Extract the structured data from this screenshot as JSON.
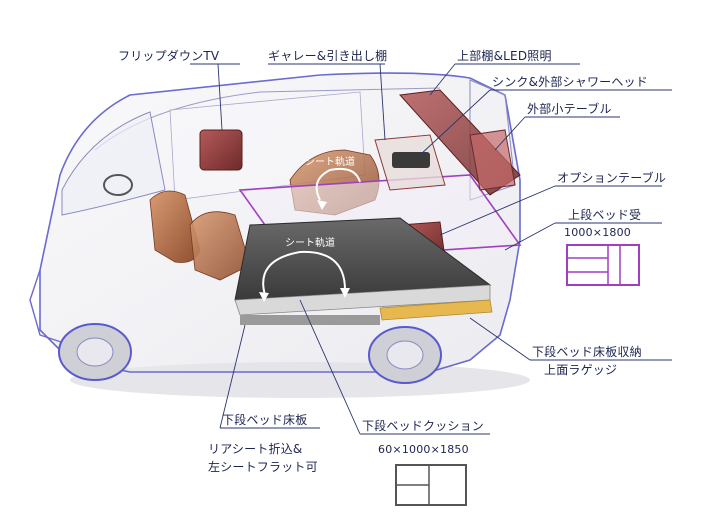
{
  "labels": {
    "flip_tv": "フリップダウンTV",
    "galley": "ギャレー&引き出し棚",
    "upper_shelf": "上部棚&LED照明",
    "sink": "シンク&外部シャワーヘッド",
    "ext_table": "外部小テーブル",
    "opt_table": "オプションテーブル",
    "upper_bed": "上段ベッド受",
    "upper_bed_size": "1000×1800",
    "lower_storage_1": "下段ベッド床板収納",
    "lower_storage_2": "上面ラゲッジ",
    "lower_floor": "下段ベッド床板",
    "rear_seat_1": "リアシート折込&",
    "rear_seat_2": "左シートフラット可",
    "cushion": "下段ベッドクッション",
    "cushion_size": "60×1000×1850"
  },
  "rail_labels": {
    "upper": "シート軌道",
    "lower": "シート軌道"
  },
  "colors": {
    "label_text": "#1c2450",
    "leader_line": "#2a3570",
    "van_outline": "#6a6ad0",
    "upper_bed_icon": "#a040c0",
    "cushion_icon": "#555555",
    "furniture": "#8a3a3a",
    "seat": "#b0704e",
    "bed_top": "#4a4a4a",
    "board_edge": "#e8b850"
  }
}
